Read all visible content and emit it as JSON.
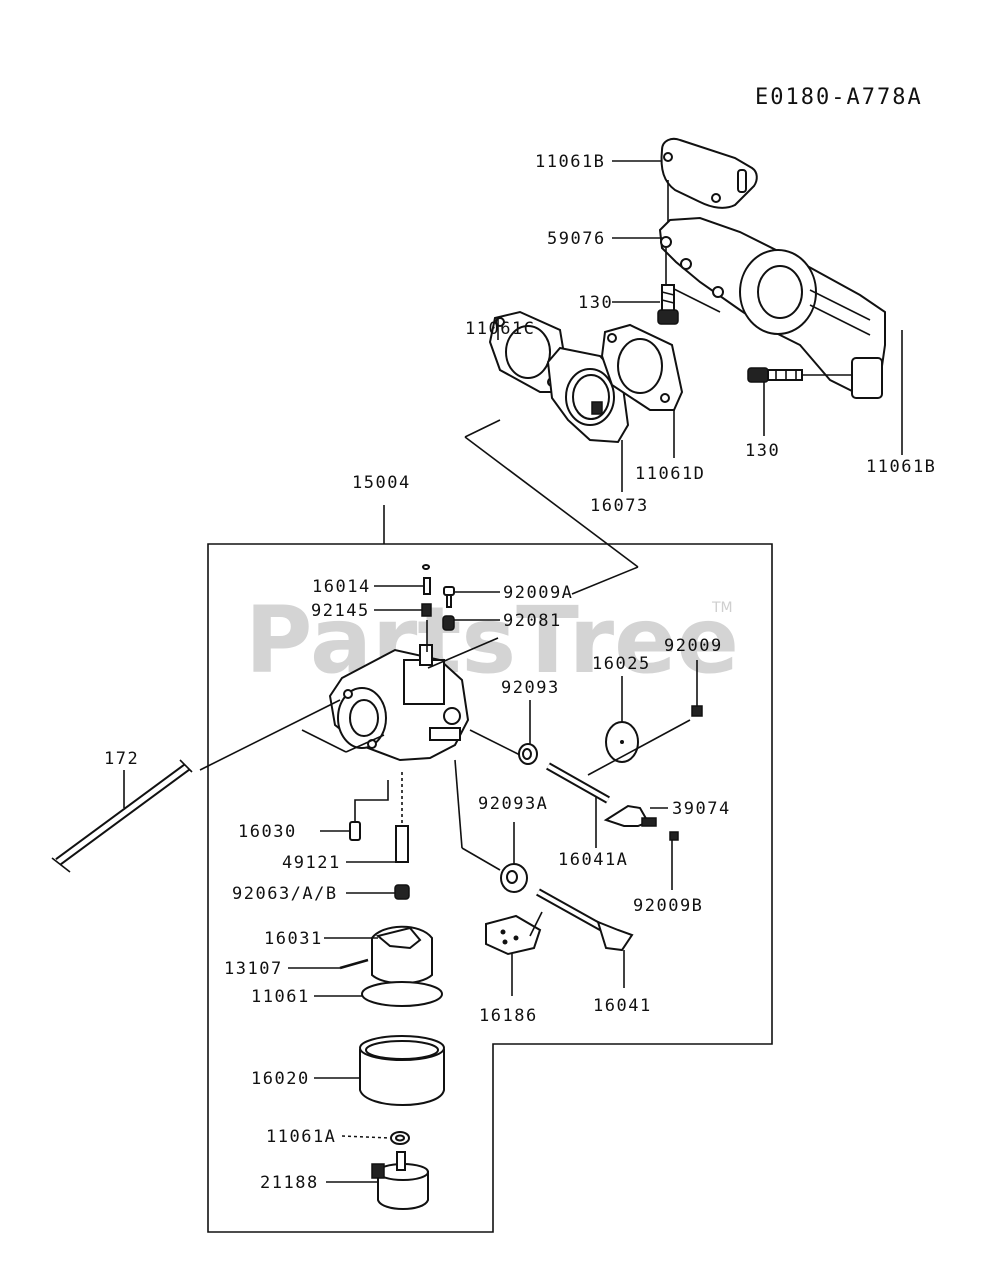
{
  "diagram_code": "E0180-A778A",
  "watermark": "PartsTree",
  "trademark": "TM",
  "parts": {
    "p11061B_top": "11061B",
    "p59076": "59076",
    "p130_a": "130",
    "p11061C": "11061C",
    "p130_b": "130",
    "p11061B_right": "11061B",
    "p11061D": "11061D",
    "p16073": "16073",
    "p15004": "15004",
    "p16014": "16014",
    "p92009A": "92009A",
    "p92145": "92145",
    "p92081": "92081",
    "p92009": "92009",
    "p16025": "16025",
    "p92093": "92093",
    "p172": "172",
    "p39074": "39074",
    "p16030": "16030",
    "p92093A": "92093A",
    "p16041A": "16041A",
    "p49121": "49121",
    "p92063": "92063/A/B",
    "p92009B": "92009B",
    "p16031": "16031",
    "p13107": "13107",
    "p11061": "11061",
    "p16186": "16186",
    "p16041": "16041",
    "p16020": "16020",
    "p11061A": "11061A",
    "p21188": "21188"
  }
}
